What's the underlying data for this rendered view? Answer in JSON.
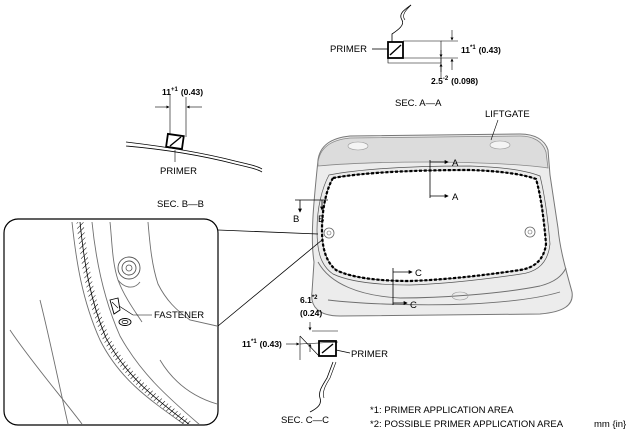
{
  "sec_a": {
    "primer": "PRIMER",
    "dim_a_val": "11",
    "dim_a_note": "*1",
    "dim_a_in": "(0.43)",
    "dim_b_val": "2.5",
    "dim_b_note": "-2",
    "dim_b_in": "(0.098)",
    "caption": "SEC. A—A"
  },
  "sec_b": {
    "dim_val": "11",
    "dim_note": "+1",
    "dim_in": "(0.43)",
    "primer": "PRIMER",
    "caption": "SEC. B—B"
  },
  "sec_c": {
    "dim_a_val": "6.1",
    "dim_a_note": "*2",
    "dim_a_in": "(0.24)",
    "dim_b_val": "11",
    "dim_b_note": "*1",
    "dim_b_in": "(0.43)",
    "primer": "PRIMER",
    "caption": "SEC. C—C"
  },
  "main": {
    "liftgate": "LIFTGATE",
    "marker_a": "A",
    "marker_b": "B",
    "marker_c": "C"
  },
  "detail": {
    "fastener": "FASTENER"
  },
  "notes": {
    "note1": "*1:  PRIMER APPLICATION AREA",
    "note2": "*2:  POSSIBLE PRIMER APPLICATION AREA",
    "units": "mm {in}"
  }
}
